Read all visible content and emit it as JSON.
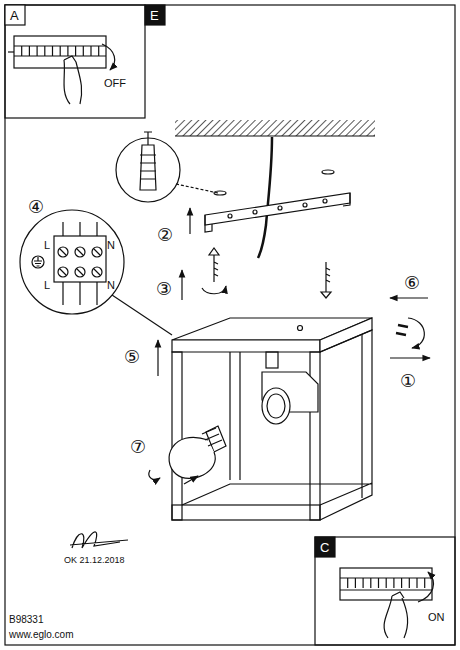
{
  "diagram": {
    "labels": [
      "A",
      "E",
      "OFF",
      "②",
      "④",
      "L",
      "N",
      "L",
      "N",
      "③",
      "⑥",
      "⑤",
      "①",
      "⑦",
      "OK 21.12.2018",
      "C",
      "ON",
      "B98331",
      "www.eglo.com"
    ]
  }
}
